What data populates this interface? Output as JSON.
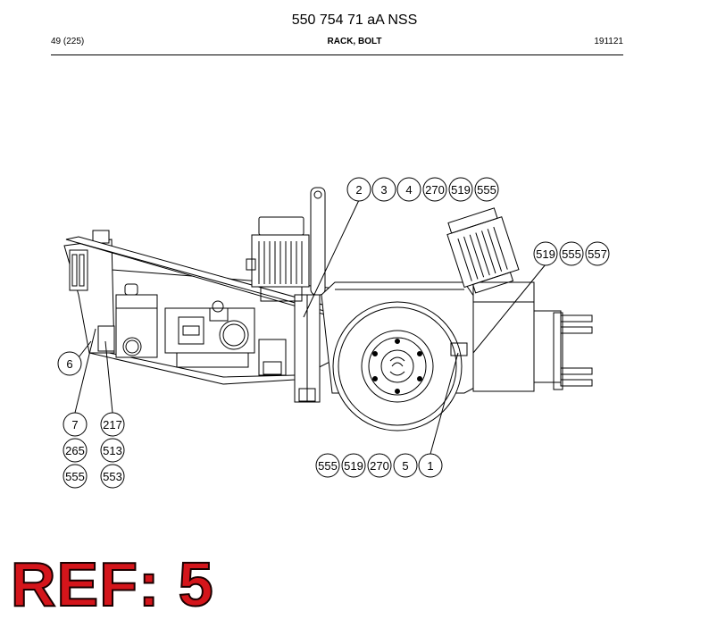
{
  "header": {
    "doc_title": "550 754 71 aA NSS",
    "page_number": "49 (225)",
    "section_title": "RACK, BOLT",
    "date_code": "191121"
  },
  "callouts": {
    "top_row": [
      "2",
      "3",
      "4",
      "270",
      "519",
      "555"
    ],
    "right_group": [
      "519",
      "555",
      "557"
    ],
    "bottom_row": [
      "555",
      "519",
      "270",
      "5",
      "1"
    ],
    "left_single": "6",
    "left_col_a": [
      "7",
      "265",
      "555"
    ],
    "left_col_b": [
      "217",
      "513",
      "553"
    ]
  },
  "ref_badge": "REF: 5",
  "colors": {
    "line": "#000000",
    "ref_fill": "#d4151b",
    "ref_outline": "#1a0000"
  }
}
